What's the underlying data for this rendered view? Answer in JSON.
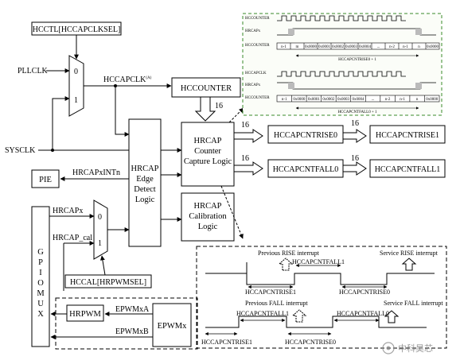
{
  "blocks": {
    "hcctl": "HCCTL[HCCAPCLKSEL]",
    "hccounter": "HCCOUNTER",
    "counter_capture": [
      "HRCAP",
      "Counter",
      "Capture Logic"
    ],
    "edge_detect": [
      "HRCAP",
      "Edge",
      "Detect",
      "Logic"
    ],
    "calibration": [
      "HRCAP",
      "Calibration",
      "Logic"
    ],
    "pie": "PIE",
    "gpio_mux": [
      "G",
      "P",
      "I",
      "O",
      "M",
      "U",
      "X"
    ],
    "hccal": "HCCAL[HRPWMSEL]",
    "hrpwm": "HRPWM",
    "epwm": "EPWMx",
    "rise0": "HCCAPCNTRISE0",
    "rise1": "HCCAPCNTRISE1",
    "fall0": "HCCAPCNTFALL0",
    "fall1": "HCCAPCNTFALL1"
  },
  "signals": {
    "pllclk": "PLLCLK",
    "sysclk": "SYSCLK",
    "hccapclk": "HCCAPCLK",
    "hccapclk_note": "(A)",
    "hrcapxintn": "HRCAPxINTn",
    "hrcapx": "HRCAPx",
    "hrcap_cal": "HRCAP_cal",
    "epwmxa": "EPWMxA",
    "epwmxb": "EPWMxB",
    "bus16_counter": "16",
    "bus16_rise": "16",
    "bus16_rise2": "16",
    "bus16_fall": "16",
    "bus16_fall2": "16",
    "mux_top_0": "0",
    "mux_top_1": "1",
    "mux_bot_0": "0",
    "mux_bot_1": "1"
  },
  "timing_top": {
    "rows": [
      "HCCOUNTER",
      "HRCAPx",
      "HCCOUNTER"
    ],
    "rows2": [
      "HCCAPCLK",
      "HRCAPx",
      "HCCOUNTER"
    ],
    "counts1": [
      "n-1",
      "m",
      "0x0000",
      "0x0001",
      "0x0002",
      "0x0003",
      "0x0004",
      "...",
      "n-2",
      "n-1",
      "n",
      "0x0000"
    ],
    "counts2": [
      "n-1",
      "0x0000",
      "0x0001",
      "0x0002",
      "0x0003",
      "0x0004",
      "...",
      "n-2",
      "n-1",
      "n",
      "0x0000"
    ],
    "span1": "HCCAPCNTRISE0 + 1",
    "span2": "HCCAPCNTFALL0 + 1"
  },
  "timing_bottom": {
    "prev_rise": "Previous RISE interrupt",
    "service_rise": "Service RISE interrupt",
    "prev_fall": "Previous FALL interrupt",
    "service_fall": "Service FALL interrupt",
    "fall1_a": "HCCAPCNTFALL1",
    "rise1_a": "HCCAPCNTRISE1",
    "rise0_a": "HCCAPCNTRISE0",
    "fall1_b": "HCCAPCNTFALL1",
    "fall0_b": "HCCAPCNTFALL0",
    "rise1_b": "HCCAPCNTRISE1",
    "rise0_b": "HCCAPCNTRISE0"
  },
  "watermark": "中科昊芯"
}
